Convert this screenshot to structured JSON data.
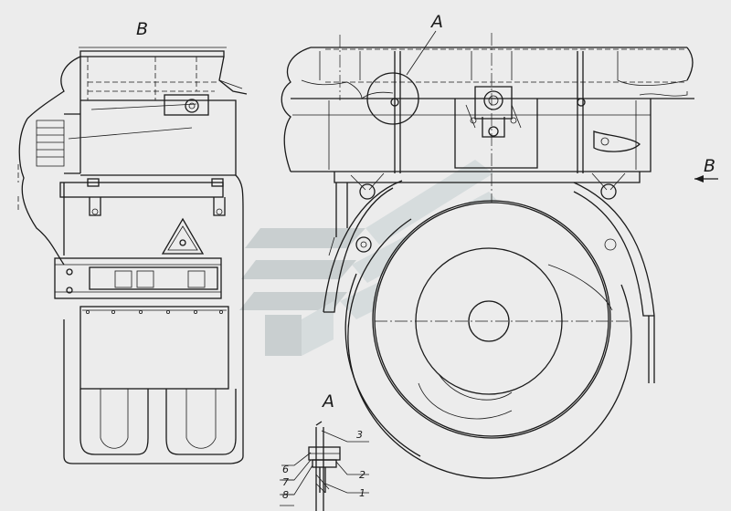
{
  "view_labels": {
    "view_b_title": "B",
    "callout_a": "A",
    "arrow_b": "B",
    "detail_a_title": "A"
  },
  "detail_parts": [
    "1",
    "2",
    "3",
    "6",
    "7",
    "8"
  ],
  "watermark": {
    "shape": "chevron-logo",
    "color": "#c9cfd0"
  }
}
